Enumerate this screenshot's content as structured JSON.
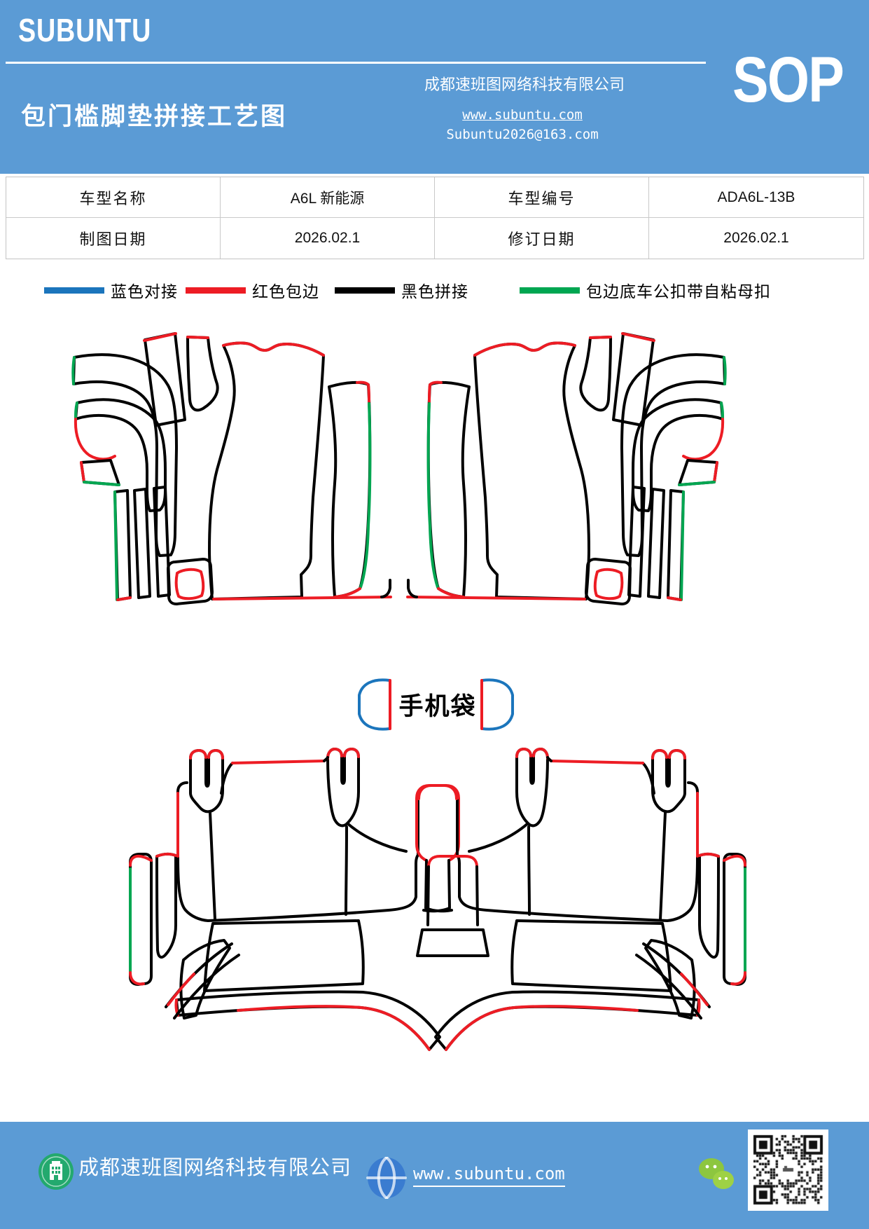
{
  "header": {
    "logo": "SUBUNTU",
    "company": "成都速班图网络科技有限公司",
    "title": "包门槛脚垫拼接工艺图",
    "website": "www.subuntu.com",
    "email": "Subuntu2026@163.com",
    "sop": "SOP"
  },
  "info_table": {
    "rows": [
      {
        "label1": "车型名称",
        "value1": "A6L 新能源",
        "label2": "车型编号",
        "value2": "ADA6L-13B"
      },
      {
        "label1": "制图日期",
        "value1": "2026.02.1",
        "label2": "修订日期",
        "value2": "2026.02.1"
      }
    ]
  },
  "legend": {
    "items": [
      {
        "label": "蓝色对接",
        "color": "#1b75bc"
      },
      {
        "label": "红色包边",
        "color": "#ed1c24"
      },
      {
        "label": "黑色拼接",
        "color": "#000000"
      },
      {
        "label": "包边底车公扣带自粘母扣",
        "color": "#00a651"
      }
    ]
  },
  "diagram": {
    "phone_bag_label": "手机袋"
  },
  "footer": {
    "company": "成都速班图网络科技有限公司",
    "website": "www.subuntu.com"
  },
  "colors": {
    "header_bg": "#5b9bd5",
    "stitch_blue": "#1b75bc",
    "stitch_red": "#ed1c24",
    "stitch_black": "#000000",
    "stitch_green": "#00a651",
    "wechat_green": "#8dc63f",
    "building_green": "#23a96e",
    "globe_blue": "#3a7cd0"
  }
}
